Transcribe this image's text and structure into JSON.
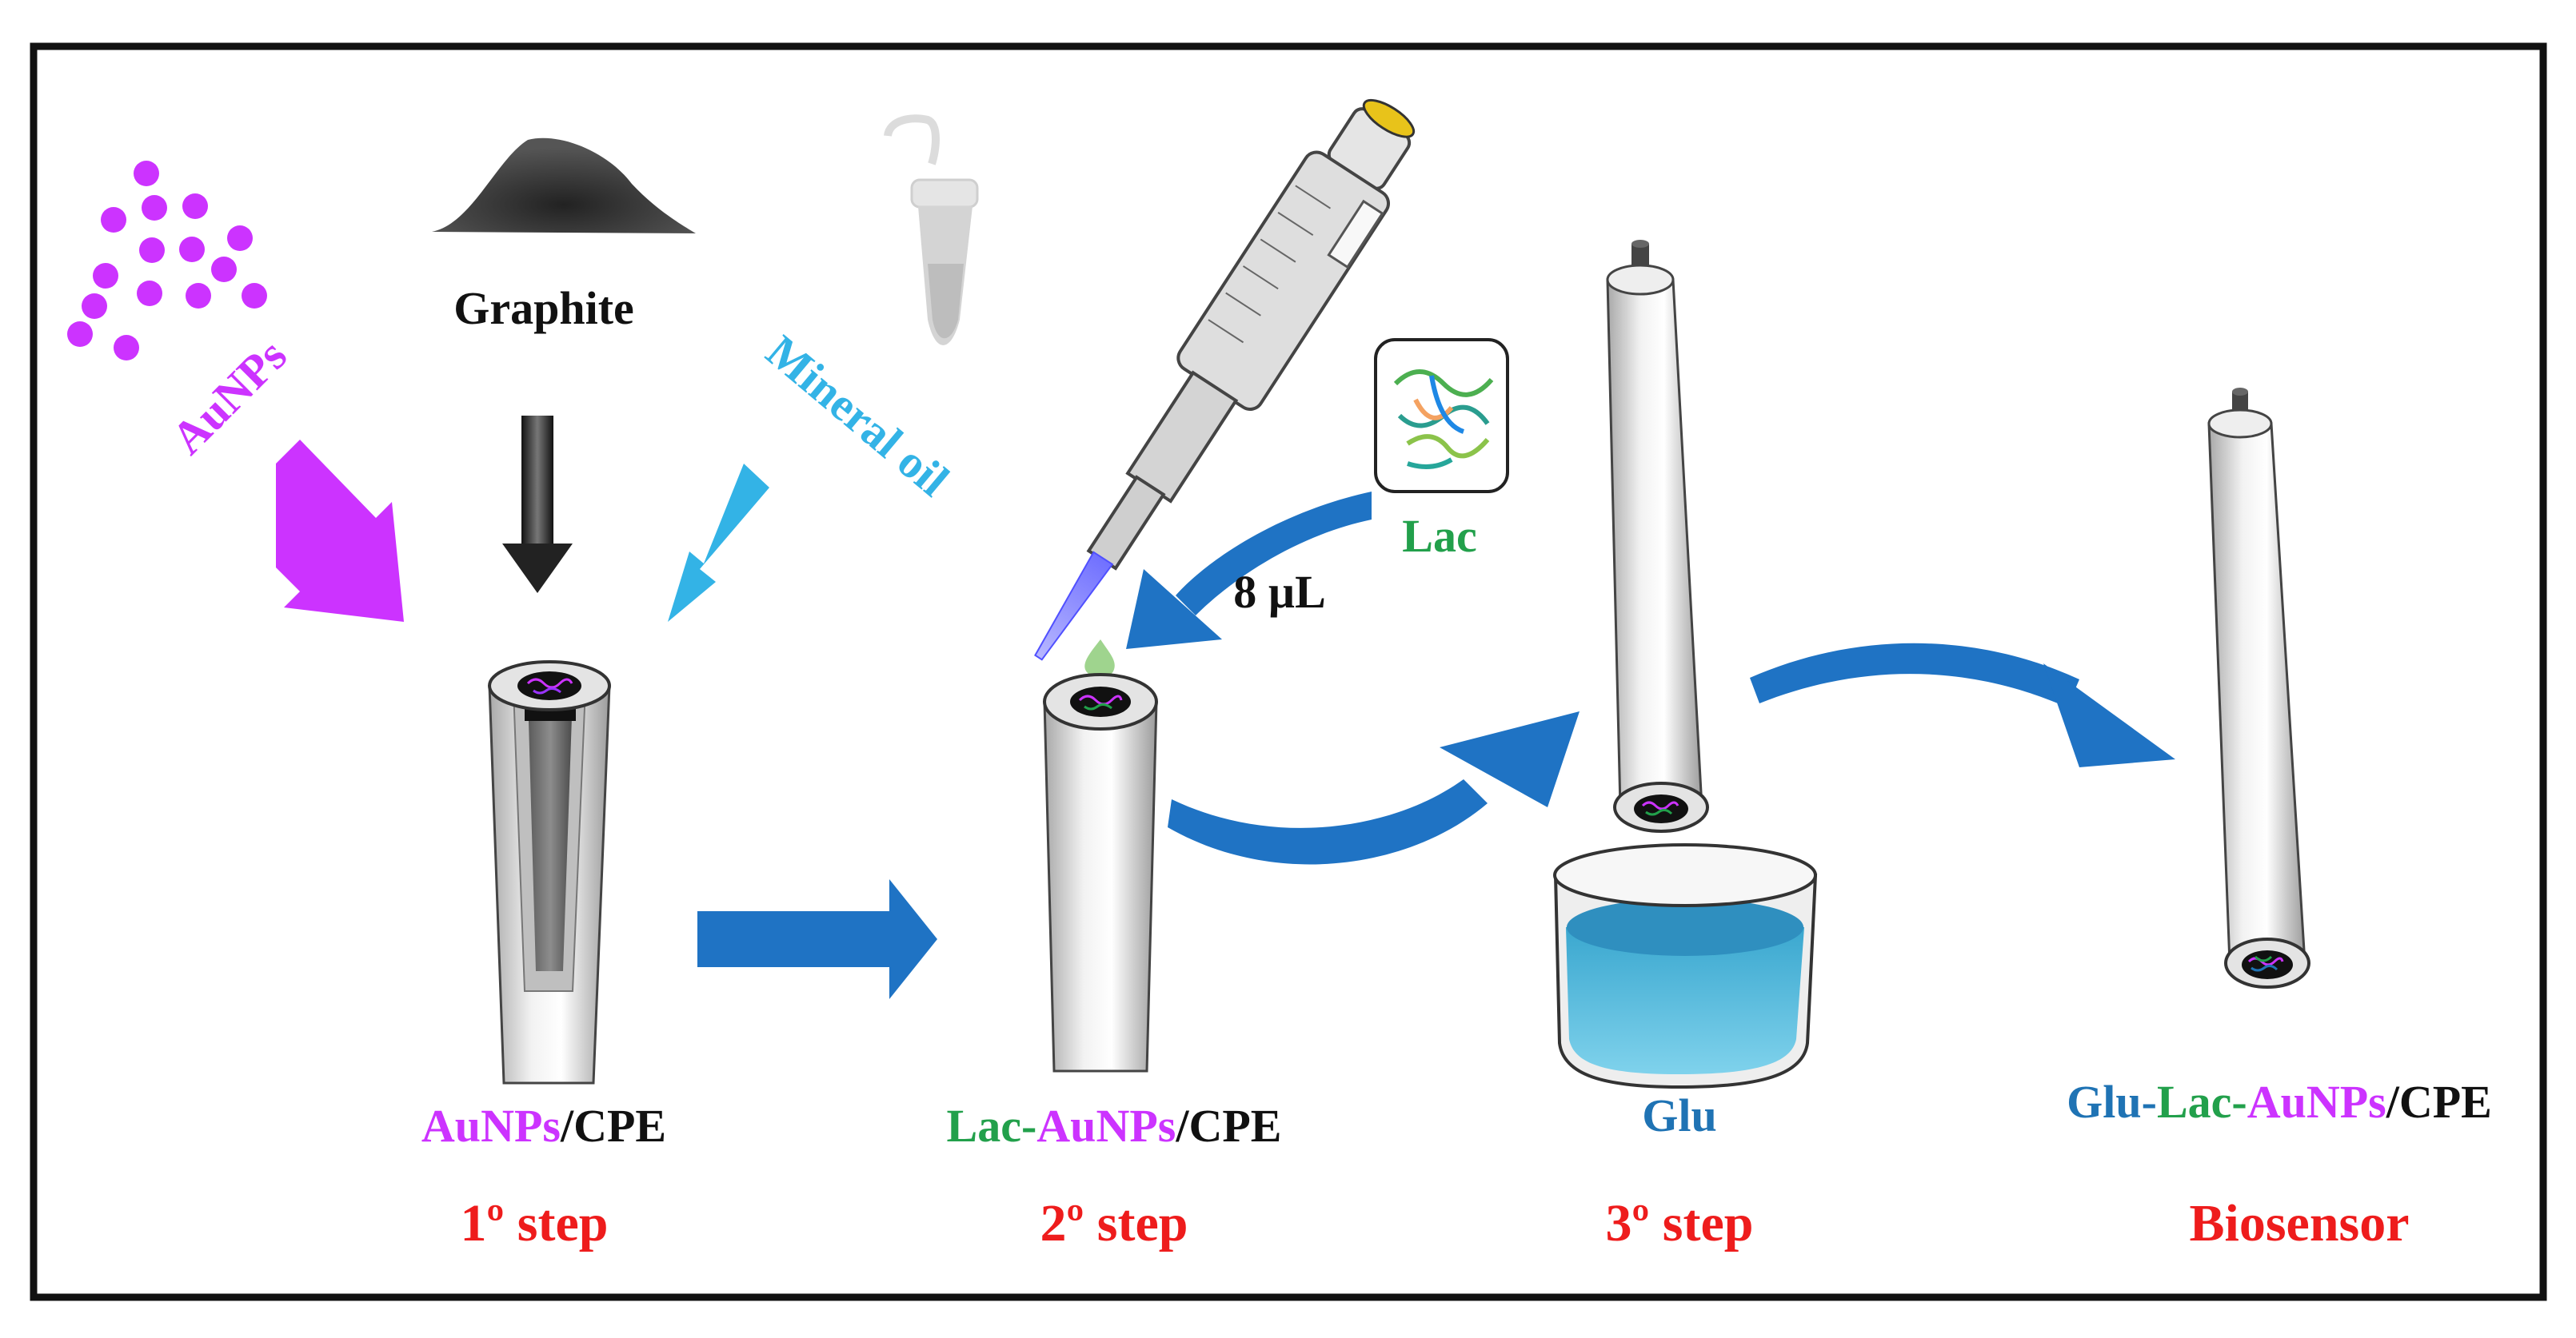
{
  "colors": {
    "aunps": "#cc33ff",
    "mineral_oil": "#33b3e6",
    "lac": "#22a04b",
    "glu": "#1f73b4",
    "step": "#ee1c1c",
    "arrow_blue": "#1f73c4",
    "black": "#111111"
  },
  "inputs": {
    "aunps": "AuNPs",
    "graphite": "Graphite",
    "mineral_oil": "Mineral oil"
  },
  "step1": {
    "label_a": "AuNPs",
    "label_b": "/CPE",
    "step": "1º step"
  },
  "step2": {
    "label_a": "Lac-",
    "label_b": "AuNPs",
    "label_c": "/CPE",
    "step": "2º step",
    "lac": "Lac",
    "volume": "8 µL"
  },
  "step3": {
    "glu": "Glu",
    "step": "3º step"
  },
  "step4": {
    "label_a": "Glu-",
    "label_b": "Lac-",
    "label_c": "AuNPs",
    "label_d": "/CPE",
    "step": "Biosensor"
  }
}
